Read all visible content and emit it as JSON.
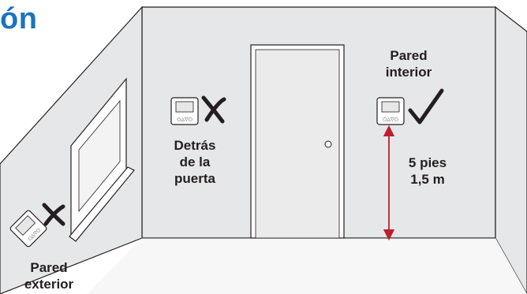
{
  "title": "ón",
  "labels": {
    "interior_wall": "Pared\ninterior",
    "behind_door": "Detrás\nde la\npuerta",
    "height": "5 pies\n1,5 m",
    "exterior_wall": "Pared\nexterior"
  },
  "placements": [
    {
      "location": "Pared interior",
      "verdict": "correct",
      "mark_icon": "check-icon"
    },
    {
      "location": "Detrás de la puerta",
      "verdict": "incorrect",
      "mark_icon": "x-mark-icon"
    },
    {
      "location": "Pared exterior",
      "verdict": "incorrect",
      "mark_icon": "x-mark-icon"
    }
  ],
  "colors": {
    "title": "#1a75bb",
    "wall": "#e6e7e8",
    "floor": "#f7f7f7",
    "outline": "#231f20",
    "dimension_arrow": "#be1e2d"
  }
}
